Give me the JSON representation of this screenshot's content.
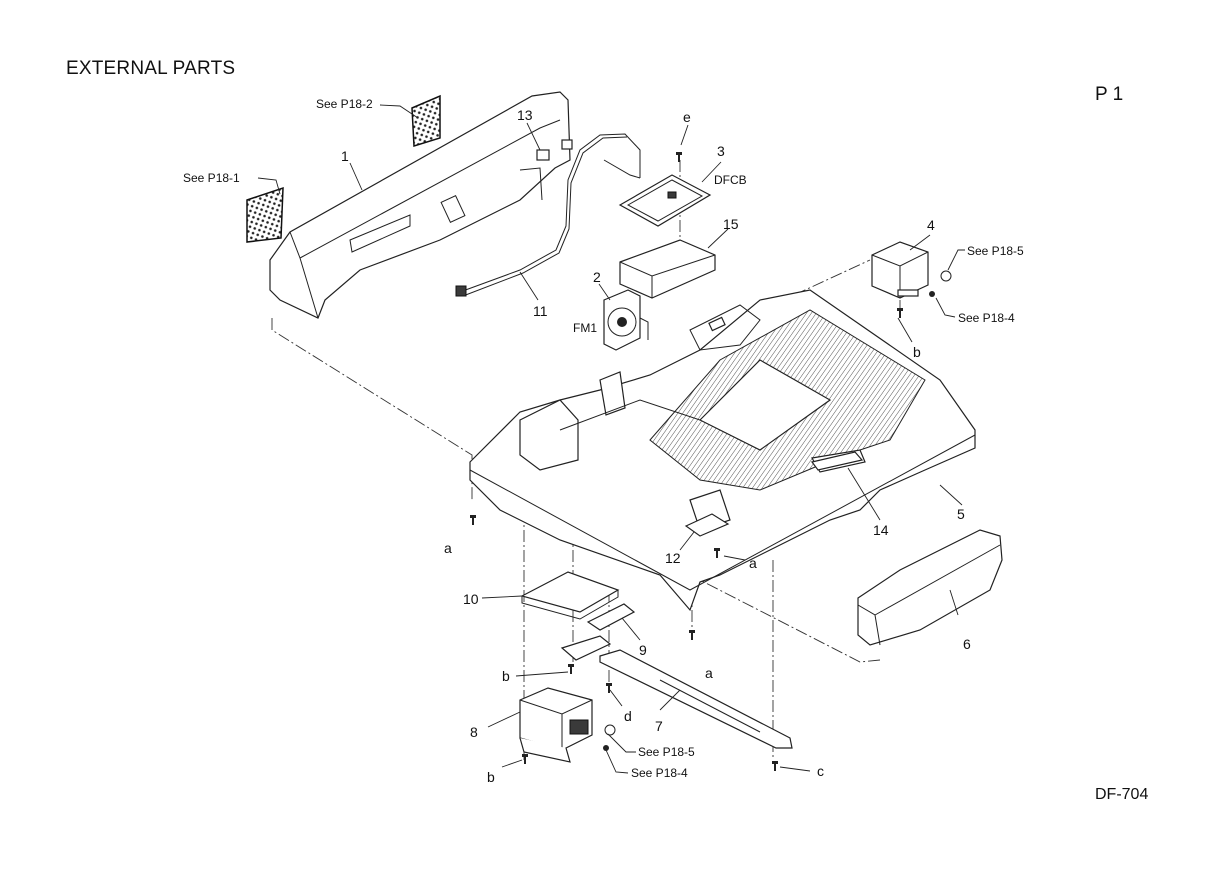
{
  "header": {
    "title": "EXTERNAL PARTS",
    "page": "P 1"
  },
  "footer": {
    "model": "DF-704"
  },
  "labels": {
    "l1": "1",
    "l2": "2",
    "l3": "3",
    "l4": "4",
    "l5": "5",
    "l6": "6",
    "l7": "7",
    "l8": "8",
    "l9": "9",
    "l10": "10",
    "l11": "11",
    "l12": "12",
    "l13": "13",
    "l14": "14",
    "l15": "15",
    "fm1": "FM1",
    "dfcb": "DFCB",
    "a1": "a",
    "a2": "a",
    "a3": "a",
    "b1": "b",
    "b2": "b",
    "b3": "b",
    "c": "c",
    "d": "d",
    "e": "e"
  },
  "references": {
    "r_p18_1": "See P18-1",
    "r_p18_2": "See P18-2",
    "r_p18_5a": "See P18-5",
    "r_p18_4a": "See P18-4",
    "r_p18_5b": "See P18-5",
    "r_p18_4b": "See P18-4"
  },
  "icons": {
    "screw": "screw-icon",
    "filter": "filter-mesh-icon"
  }
}
